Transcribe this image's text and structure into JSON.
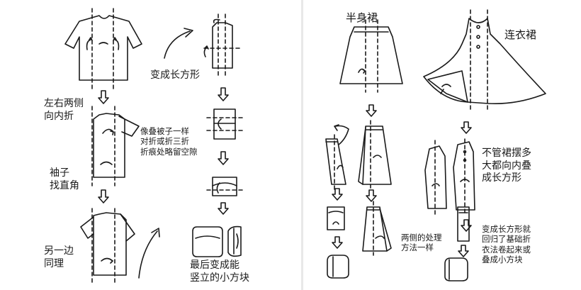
{
  "colors": {
    "ink": "#1a1a1a",
    "guide": "#333333",
    "background": "#ffffff",
    "divider": "#e8e8e8"
  },
  "shirt": {
    "step_fold_sides": [
      "左右两侧",
      "向内折"
    ],
    "step_sleeve": [
      "袖子",
      "找直角"
    ],
    "step_other_side": [
      "另一边",
      "同理"
    ],
    "step_rectangle": "变成长方形",
    "step_roll": [
      "像叠被子一样",
      "对折或折三折",
      "折痕处略留空隙"
    ],
    "step_result": [
      "最后变成能",
      "竖立的小方块"
    ]
  },
  "skirt": {
    "title": "半身裙",
    "note": [
      "两侧的处理",
      "方法一样"
    ]
  },
  "dress": {
    "title": "连衣裙",
    "note_hem": [
      "不管裙摆多",
      "大都向内叠",
      "成长方形"
    ],
    "note_final": [
      "变成长方形就",
      "回归了基础折",
      "衣法卷起来或",
      "叠成小方块"
    ]
  }
}
